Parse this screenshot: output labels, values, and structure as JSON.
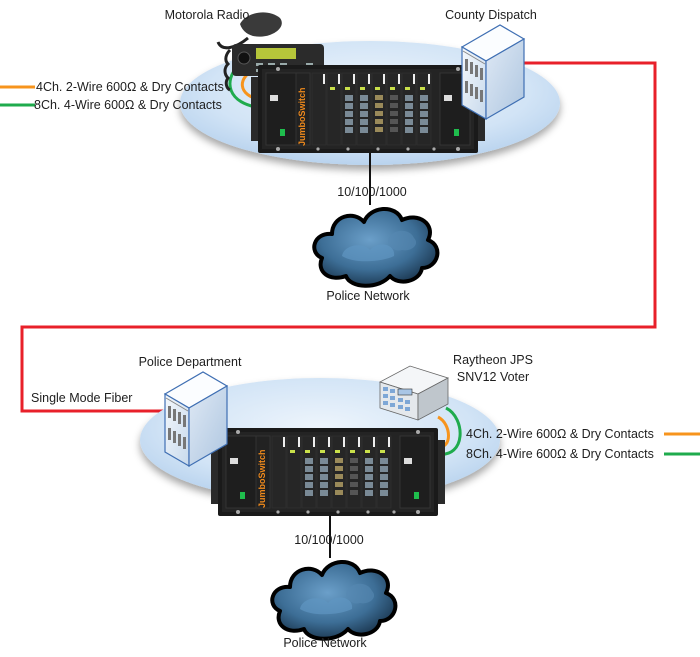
{
  "title": "JumboSwitch Radio Interconnect Network Diagram",
  "colors": {
    "fiber": "#e8202a",
    "two_wire": "#f7941d",
    "four_wire": "#1fab4d",
    "ethernet": "#111111",
    "platform": "#cfe2f5",
    "cloud": "#3d6e96",
    "chassis": "#1c1c1c",
    "brand": "#f08a1c"
  },
  "sites": [
    {
      "id": "top",
      "switch_brand": "JumboSwitch",
      "devices": {
        "radio": "Motorola Radio",
        "building": "County Dispatch"
      },
      "connections": {
        "two_wire": "4Ch. 2-Wire 600Ω & Dry Contacts",
        "four_wire": "8Ch. 4-Wire 600Ω & Dry Contacts",
        "ethernet": "10/100/1000"
      },
      "network": "Police Network"
    },
    {
      "id": "bottom",
      "switch_brand": "JumboSwitch",
      "devices": {
        "building": "Police Department",
        "voter_line1": "Raytheon JPS",
        "voter_line2": "SNV12 Voter"
      },
      "connections": {
        "two_wire": "4Ch. 2-Wire 600Ω & Dry Contacts",
        "four_wire": "8Ch. 4-Wire 600Ω & Dry Contacts",
        "ethernet": "10/100/1000"
      },
      "network": "Police Network"
    }
  ],
  "link": {
    "fiber_label": "Single Mode Fiber"
  }
}
